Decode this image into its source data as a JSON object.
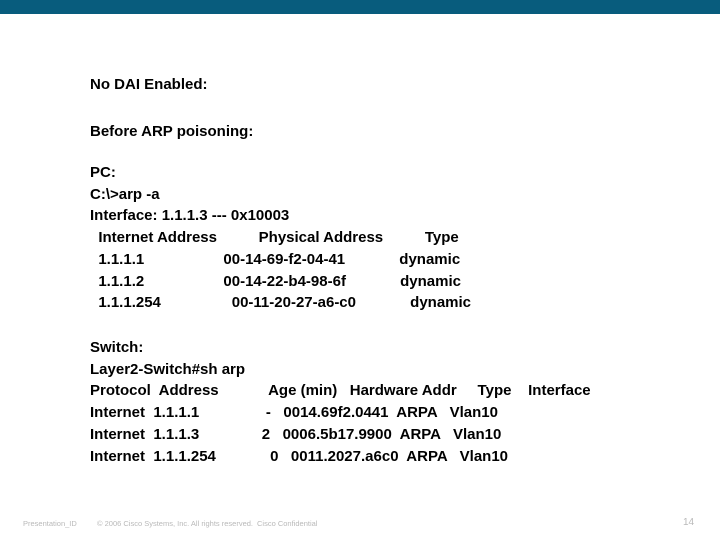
{
  "slide": {
    "accent_color": "#085c7d",
    "heading1": "No DAI Enabled:",
    "heading2": "Before ARP poisoning:"
  },
  "pc_console": {
    "lines": [
      "PC:",
      "C:\\>arp -a",
      "Interface: 1.1.1.3 --- 0x10003",
      "  Internet Address          Physical Address          Type",
      "  1.1.1.1                   00-14-69-f2-04-41             dynamic",
      "  1.1.1.2                   00-14-22-b4-98-6f             dynamic",
      "  1.1.1.254                 00-11-20-27-a6-c0             dynamic"
    ]
  },
  "switch_console": {
    "lines": [
      "Switch:",
      "Layer2-Switch#sh arp",
      "Protocol  Address            Age (min)   Hardware Addr     Type    Interface",
      "Internet  1.1.1.1                -   0014.69f2.0441  ARPA   Vlan10",
      "Internet  1.1.1.3               2   0006.5b17.9900  ARPA   Vlan10",
      "Internet  1.1.1.254             0   0011.2027.a6c0  ARPA   Vlan10"
    ]
  },
  "arp_tables": {
    "pc_table": {
      "interface": "1.1.1.3 --- 0x10003",
      "columns": [
        "Internet Address",
        "Physical Address",
        "Type"
      ],
      "rows": [
        [
          "1.1.1.1",
          "00-14-69-f2-04-41",
          "dynamic"
        ],
        [
          "1.1.1.2",
          "00-14-22-b4-98-6f",
          "dynamic"
        ],
        [
          "1.1.1.254",
          "00-11-20-27-a6-c0",
          "dynamic"
        ]
      ]
    },
    "switch_table": {
      "command": "sh arp",
      "columns": [
        "Protocol",
        "Address",
        "Age (min)",
        "Hardware Addr",
        "Type",
        "Interface"
      ],
      "rows": [
        [
          "Internet",
          "1.1.1.1",
          "-",
          "0014.69f2.0441",
          "ARPA",
          "Vlan10"
        ],
        [
          "Internet",
          "1.1.1.3",
          "2",
          "0006.5b17.9900",
          "ARPA",
          "Vlan10"
        ],
        [
          "Internet",
          "1.1.1.254",
          "0",
          "0011.2027.a6c0",
          "ARPA",
          "Vlan10"
        ]
      ]
    }
  },
  "footer": {
    "presentation_id": "Presentation_ID",
    "copyright": "© 2006 Cisco Systems, Inc. All rights reserved.",
    "confidential": "Cisco Confidential",
    "page_number": "14"
  }
}
